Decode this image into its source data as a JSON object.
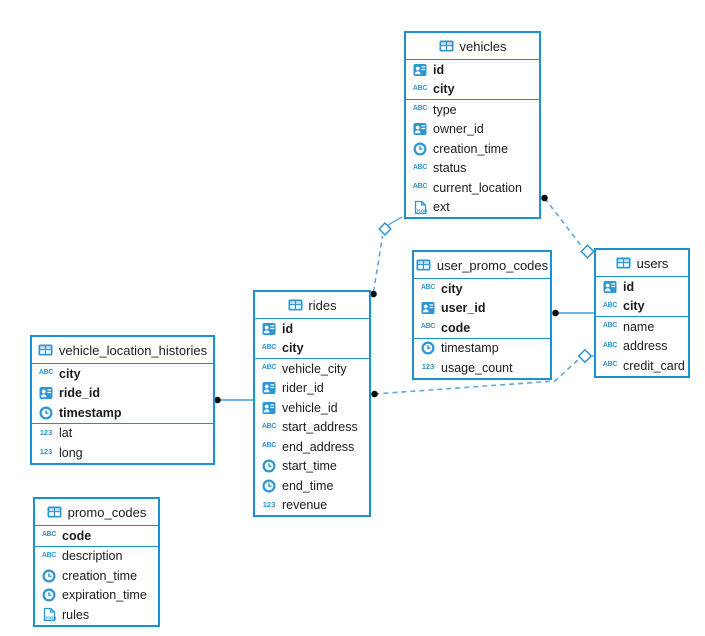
{
  "diagram": {
    "background": "#ffffff",
    "colors": {
      "table_border": "#1a91d1",
      "icon_blue": "#2e96d3",
      "dashed_line": "#5da9db",
      "solid_line": "#449dd6",
      "endpoint_dot": "#0d0d0d",
      "diamond_stroke": "#2a8fd0",
      "diamond_fill": "#ffffff",
      "text": "#1b1b1b"
    },
    "tables": [
      {
        "id": "vehicles",
        "name": "vehicles",
        "columns": [
          {
            "name": "id",
            "type": "uuid",
            "pk": true
          },
          {
            "name": "city",
            "type": "string",
            "pk": true
          },
          {
            "name": "type",
            "type": "string",
            "pk": false
          },
          {
            "name": "owner_id",
            "type": "uuid",
            "pk": false
          },
          {
            "name": "creation_time",
            "type": "timestamp",
            "pk": false
          },
          {
            "name": "status",
            "type": "string",
            "pk": false
          },
          {
            "name": "current_location",
            "type": "string",
            "pk": false
          },
          {
            "name": "ext",
            "type": "json",
            "pk": false
          }
        ]
      },
      {
        "id": "user_promo_codes",
        "name": "user_promo_codes",
        "columns": [
          {
            "name": "city",
            "type": "string",
            "pk": true
          },
          {
            "name": "user_id",
            "type": "uuid",
            "pk": true
          },
          {
            "name": "code",
            "type": "string",
            "pk": true
          },
          {
            "name": "timestamp",
            "type": "timestamp",
            "pk": false
          },
          {
            "name": "usage_count",
            "type": "number",
            "pk": false
          }
        ]
      },
      {
        "id": "users",
        "name": "users",
        "columns": [
          {
            "name": "id",
            "type": "uuid",
            "pk": true
          },
          {
            "name": "city",
            "type": "string",
            "pk": true
          },
          {
            "name": "name",
            "type": "string",
            "pk": false
          },
          {
            "name": "address",
            "type": "string",
            "pk": false
          },
          {
            "name": "credit_card",
            "type": "string",
            "pk": false
          }
        ]
      },
      {
        "id": "rides",
        "name": "rides",
        "columns": [
          {
            "name": "id",
            "type": "uuid",
            "pk": true
          },
          {
            "name": "city",
            "type": "string",
            "pk": true
          },
          {
            "name": "vehicle_city",
            "type": "string",
            "pk": false
          },
          {
            "name": "rider_id",
            "type": "uuid",
            "pk": false
          },
          {
            "name": "vehicle_id",
            "type": "uuid",
            "pk": false
          },
          {
            "name": "start_address",
            "type": "string",
            "pk": false
          },
          {
            "name": "end_address",
            "type": "string",
            "pk": false
          },
          {
            "name": "start_time",
            "type": "timestamp",
            "pk": false
          },
          {
            "name": "end_time",
            "type": "timestamp",
            "pk": false
          },
          {
            "name": "revenue",
            "type": "number",
            "pk": false
          }
        ]
      },
      {
        "id": "vehicle_location_histories",
        "name": "vehicle_location_histories",
        "columns": [
          {
            "name": "city",
            "type": "string",
            "pk": true
          },
          {
            "name": "ride_id",
            "type": "uuid",
            "pk": true
          },
          {
            "name": "timestamp",
            "type": "timestamp",
            "pk": true
          },
          {
            "name": "lat",
            "type": "number",
            "pk": false
          },
          {
            "name": "long",
            "type": "number",
            "pk": false
          }
        ]
      },
      {
        "id": "promo_codes",
        "name": "promo_codes",
        "columns": [
          {
            "name": "code",
            "type": "string",
            "pk": true
          },
          {
            "name": "description",
            "type": "string",
            "pk": false
          },
          {
            "name": "creation_time",
            "type": "timestamp",
            "pk": false
          },
          {
            "name": "expiration_time",
            "type": "timestamp",
            "pk": false
          },
          {
            "name": "rules",
            "type": "json",
            "pk": false
          }
        ]
      }
    ],
    "connections": [
      {
        "from": "vehicle_location_histories",
        "to": "rides",
        "style": "solid"
      },
      {
        "from": "user_promo_codes",
        "to": "users",
        "style": "solid"
      },
      {
        "from": "rides",
        "to": "vehicles",
        "style": "dashed"
      },
      {
        "from": "vehicles",
        "to": "users",
        "style": "dashed"
      },
      {
        "from": "rides",
        "to": "users",
        "style": "dashed"
      }
    ]
  }
}
